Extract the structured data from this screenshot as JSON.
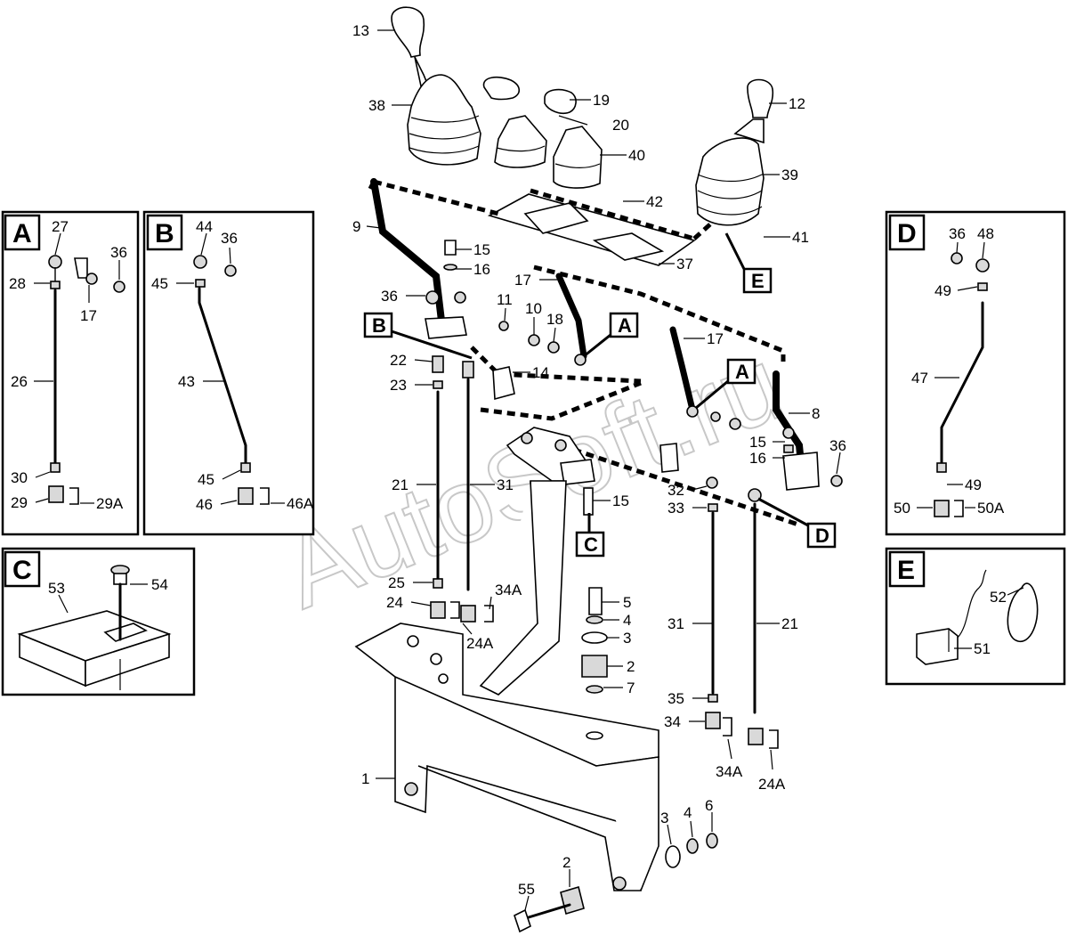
{
  "watermark": "AutoSoft.ru",
  "panels": {
    "A": {
      "letter": "A"
    },
    "B": {
      "letter": "B"
    },
    "C": {
      "letter": "C"
    },
    "D": {
      "letter": "D"
    },
    "E": {
      "letter": "E"
    }
  },
  "callouts": {
    "B": "B",
    "A1": "A",
    "A2": "A",
    "C": "C",
    "D": "D",
    "E": "E"
  },
  "labels": {
    "p13": "13",
    "p38": "38",
    "p19": "19",
    "p20": "20",
    "p40": "40",
    "p12": "12",
    "p39": "39",
    "p42": "42",
    "p41": "41",
    "p37": "37",
    "p9": "9",
    "p15a": "15",
    "p16a": "16",
    "p36a": "36",
    "p17a": "17",
    "p11": "11",
    "p10": "10",
    "p18": "18",
    "p17b": "17",
    "p22": "22",
    "p14": "14",
    "p23": "23",
    "p8": "8",
    "p15b": "15",
    "p16b": "16",
    "p36b": "36",
    "p21a": "21",
    "p31a": "31",
    "p15c": "15",
    "p32": "32",
    "p33": "33",
    "p25": "25",
    "p24": "24",
    "p34Aa": "34A",
    "p24Aa": "24A",
    "p5": "5",
    "p4a": "4",
    "p3a": "3",
    "p2a": "2",
    "p7": "7",
    "p31b": "31",
    "p21b": "21",
    "p35": "35",
    "p34": "34",
    "p34Ab": "34A",
    "p24Ab": "24A",
    "p1": "1",
    "p3b": "3",
    "p4b": "4",
    "p6": "6",
    "p2b": "2",
    "p55": "55",
    "A27": "27",
    "A36": "36",
    "A28": "28",
    "A17": "17",
    "A26": "26",
    "A30": "30",
    "A29": "29",
    "A29A": "29A",
    "B44": "44",
    "B36": "36",
    "B45a": "45",
    "B43": "43",
    "B45b": "45",
    "B46": "46",
    "B46A": "46A",
    "C53": "53",
    "C54": "54",
    "D36": "36",
    "D48": "48",
    "D49a": "49",
    "D47": "47",
    "D49b": "49",
    "D50": "50",
    "D50A": "50A",
    "E52": "52",
    "E51": "51"
  }
}
